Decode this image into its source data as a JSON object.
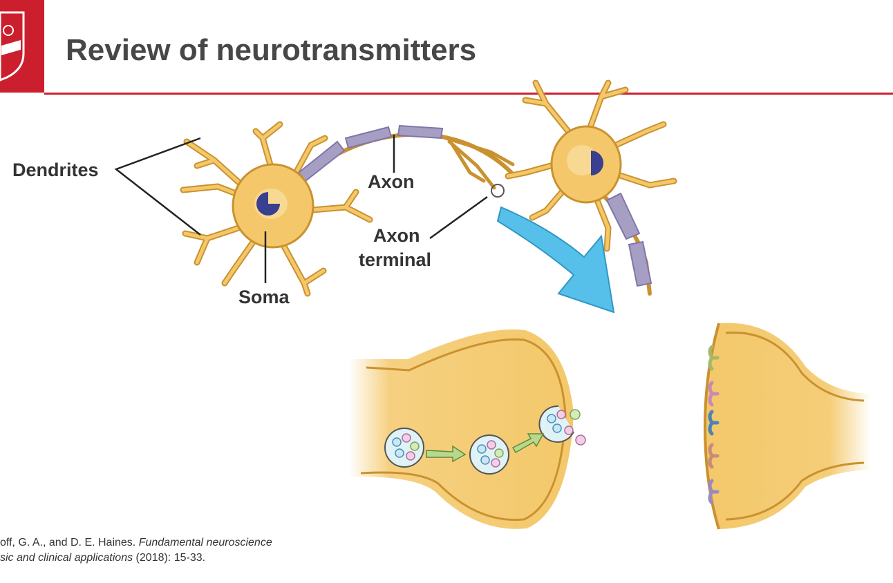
{
  "slide": {
    "title": "Review of neurotransmitters",
    "accent_color": "#cc1f2e",
    "logo_icon": "university-shield-icon"
  },
  "diagram": {
    "labels": {
      "dendrites": "Dendrites",
      "axon": "Axon",
      "axon_terminal_line1": "Axon",
      "axon_terminal_line2": "terminal",
      "soma": "Soma"
    },
    "colors": {
      "cell_body": "#f4c86a",
      "cell_outline": "#c9922f",
      "myelin": "#a79ec4",
      "nucleus": "#3a3f8f",
      "arrow": "#56c0ea",
      "vesicle": "#dff3f7"
    }
  },
  "citation": {
    "line1_plain": "off, G. A., and D. E. Haines. ",
    "line1_italic": "Fundamental neuroscience",
    "line2_italic": "sic and clinical applications",
    "line2_plain": " (2018): 15-33."
  }
}
